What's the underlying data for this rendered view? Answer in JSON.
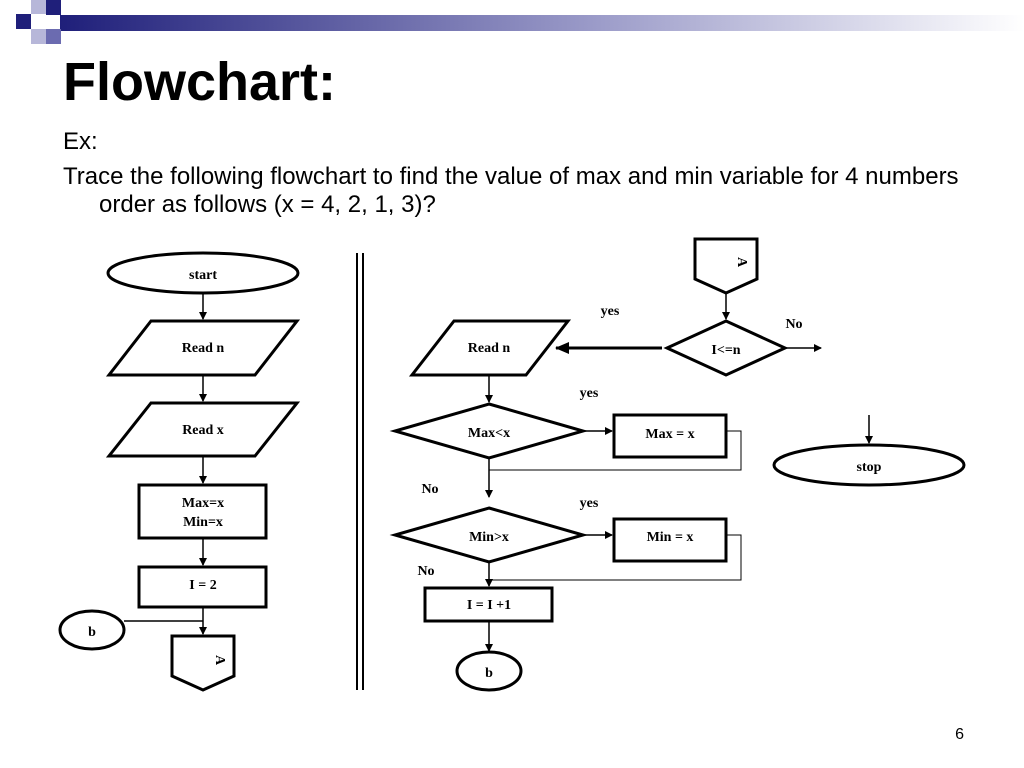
{
  "slide": {
    "title": "Flowchart:",
    "ex_label": "Ex:",
    "question": "Trace the following flowchart to find the value of max and min variable for 4 numbers order as follows (x = 4, 2, 1, 3)?",
    "page_number": "6",
    "colors": {
      "deco_dark": "#1f1f7a",
      "deco_mid": "#6b6bb0",
      "deco_light": "#b7b7d9"
    }
  },
  "flowchart": {
    "left": {
      "start": "start",
      "read_n": "Read n",
      "read_x": "Read x",
      "init_max": "Max=x",
      "init_min": "Min=x",
      "init_i": "I = 2",
      "connector_b": "b",
      "connector_a": "A"
    },
    "right": {
      "connector_a": "A",
      "condition_i": "I<=n",
      "yes_i": "yes",
      "no_i": "No",
      "read_n": "Read n",
      "condition_max": "Max<x",
      "yes_max": "yes",
      "assign_max": "Max = x",
      "no_max": "No",
      "condition_min": "Min>x",
      "yes_min": "yes",
      "assign_min": "Min = x",
      "no_min": "No",
      "increment": "I = I +1",
      "connector_b": "b",
      "stop": "stop"
    }
  }
}
